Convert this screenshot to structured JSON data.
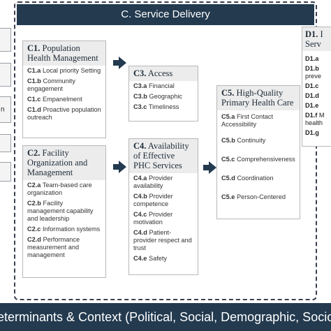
{
  "left_stub_label": "n",
  "header": {
    "title": "C. Service Delivery"
  },
  "c1": {
    "code": "C1.",
    "title": "Population Health Management",
    "items": [
      {
        "code": "C1.a",
        "text": "Local priority Setting"
      },
      {
        "code": "C1.b",
        "text": "Community engagement"
      },
      {
        "code": "C1.c",
        "text": "Empanelment"
      },
      {
        "code": "C1.d",
        "text": "Proactive population outreach"
      }
    ]
  },
  "c2": {
    "code": "C2.",
    "title": "Facility Organization and Management",
    "items": [
      {
        "code": "C2.a",
        "text": "Team-based care organization"
      },
      {
        "code": "C2.b",
        "text": "Facility management capability and leadership"
      },
      {
        "code": "C2.c",
        "text": "Information systems"
      },
      {
        "code": "C2.d",
        "text": "Performance measurement and management"
      }
    ]
  },
  "c3": {
    "code": "C3.",
    "title": "Access",
    "items": [
      {
        "code": "C3.a",
        "text": "Financial"
      },
      {
        "code": "C3.b",
        "text": "Geographic"
      },
      {
        "code": "C3.c",
        "text": "Timeliness"
      }
    ]
  },
  "c4": {
    "code": "C4.",
    "title": "Availability of Effective PHC Services",
    "items": [
      {
        "code": "C4.a",
        "text": "Provider availability"
      },
      {
        "code": "C4.b",
        "text": "Provider competence"
      },
      {
        "code": "C4.c",
        "text": "Provider motivation"
      },
      {
        "code": "C4.d",
        "text": "Patient-provider respect and trust"
      },
      {
        "code": "C4.e",
        "text": "Safety"
      }
    ]
  },
  "c5": {
    "code": "C5.",
    "title": "High-Quality Primary Health Care",
    "items": [
      {
        "code": "C5.a",
        "text": "First Contact Accessibility"
      },
      {
        "code": "C5.b",
        "text": "Continuity"
      },
      {
        "code": "C5.c",
        "text": "Comprehensiveness"
      },
      {
        "code": "C5.d",
        "text": "Coordination"
      },
      {
        "code": "C5.e",
        "text": "Person-Centered"
      }
    ]
  },
  "d1": {
    "code": "D1.",
    "title": "I",
    "title_line2": "Serv",
    "items": [
      {
        "code": "D1.a",
        "text": ""
      },
      {
        "code": "D1.b",
        "text": ""
      },
      {
        "code": "",
        "text": "preve"
      },
      {
        "code": "D1.c",
        "text": ""
      },
      {
        "code": "D1.d",
        "text": ""
      },
      {
        "code": "D1.e",
        "text": ""
      },
      {
        "code": "D1.f",
        "text": "M"
      },
      {
        "code": "",
        "text": "health"
      },
      {
        "code": "D1.g",
        "text": ""
      }
    ]
  },
  "footer": {
    "text": "eterminants & Context (Political, Social, Demographic, Socioec"
  }
}
